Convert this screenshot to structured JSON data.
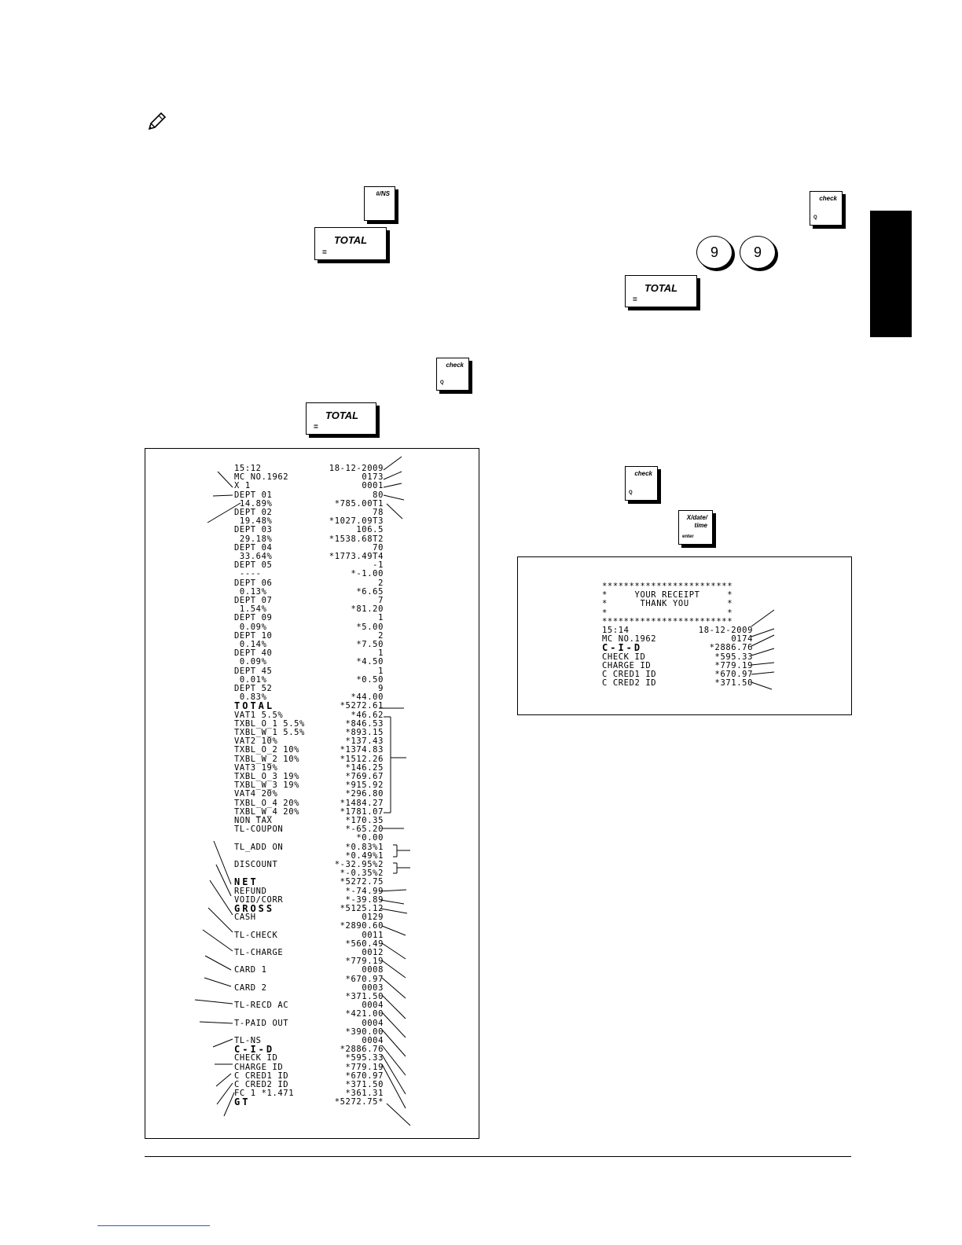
{
  "note_icon": "pencil-note-icon",
  "keys": {
    "ns_label": "#/NS",
    "total_label": "TOTAL",
    "total_sub": "=",
    "check_label": "check",
    "check_sub": "Q",
    "xdate_label": "X/date/\ntime",
    "xdate_sub": "enter",
    "nine": "9"
  },
  "receipt_main": {
    "lines": [
      {
        "l": "15:12",
        "r": "18-12-2009"
      },
      {
        "l": "MC NO.1962",
        "r": "0173"
      },
      {
        "l": "X 1",
        "r": "0001"
      },
      {
        "l": "DEPT 01",
        "r": "80"
      },
      {
        "l": " 14.89%",
        "r": "*785.00T1"
      },
      {
        "l": "DEPT 02",
        "r": "78"
      },
      {
        "l": " 19.48%",
        "r": "*1027.09T3"
      },
      {
        "l": "DEPT 03",
        "r": "106.5"
      },
      {
        "l": " 29.18%",
        "r": "*1538.68T2"
      },
      {
        "l": "DEPT 04",
        "r": "70"
      },
      {
        "l": " 33.64%",
        "r": "*1773.49T4"
      },
      {
        "l": "DEPT 05",
        "r": "-1"
      },
      {
        "l": " ----",
        "r": "*-1.00"
      },
      {
        "l": "DEPT 06",
        "r": "2"
      },
      {
        "l": " 0.13%",
        "r": "*6.65"
      },
      {
        "l": "DEPT 07",
        "r": "7"
      },
      {
        "l": " 1.54%",
        "r": "*81.20"
      },
      {
        "l": "DEPT 09",
        "r": "1"
      },
      {
        "l": " 0.09%",
        "r": "*5.00"
      },
      {
        "l": "DEPT 10",
        "r": "2"
      },
      {
        "l": " 0.14%",
        "r": "*7.50"
      },
      {
        "l": "DEPT 40",
        "r": "1"
      },
      {
        "l": " 0.09%",
        "r": "*4.50"
      },
      {
        "l": "DEPT 45",
        "r": "1"
      },
      {
        "l": " 0.01%",
        "r": "*0.50"
      },
      {
        "l": "DEPT 52",
        "r": "9"
      },
      {
        "l": " 0.83%",
        "r": "*44.00"
      },
      {
        "l": "TOTAL",
        "r": "*5272.61",
        "big": true
      },
      {
        "l": "VAT1 5.5%",
        "r": "*46.62"
      },
      {
        "l": "TXBL_O_1 5.5%",
        "r": "*846.53"
      },
      {
        "l": "TXBL_W_1 5.5%",
        "r": "*893.15"
      },
      {
        "l": "VAT2 10%",
        "r": "*137.43"
      },
      {
        "l": "TXBL_O_2 10%",
        "r": "*1374.83"
      },
      {
        "l": "TXBL_W_2 10%",
        "r": "*1512.26"
      },
      {
        "l": "VAT3 19%",
        "r": "*146.25"
      },
      {
        "l": "TXBL_O_3 19%",
        "r": "*769.67"
      },
      {
        "l": "TXBL_W_3 19%",
        "r": "*915.92"
      },
      {
        "l": "VAT4 20%",
        "r": "*296.80"
      },
      {
        "l": "TXBL_O_4 20%",
        "r": "*1484.27"
      },
      {
        "l": "TXBL_W_4 20%",
        "r": "*1781.07"
      },
      {
        "l": "NON TAX",
        "r": "*170.35"
      },
      {
        "l": "TL-COUPON",
        "r": "*-65.20"
      },
      {
        "l": "",
        "r": "*0.00"
      },
      {
        "l": "TL_ADD ON",
        "r": "*0.83%1"
      },
      {
        "l": "",
        "r": "*0.49%1"
      },
      {
        "l": "DISCOUNT",
        "r": "*-32.95%2"
      },
      {
        "l": "",
        "r": "*-0.35%2"
      },
      {
        "l": "NET",
        "r": "*5272.75",
        "big": true
      },
      {
        "l": "REFUND",
        "r": "*-74.99"
      },
      {
        "l": "VOID/CORR",
        "r": "*-39.89"
      },
      {
        "l": "GROSS",
        "r": "*5125.12",
        "big": true
      },
      {
        "l": "CASH",
        "r": "0129"
      },
      {
        "l": "",
        "r": "*2890.60"
      },
      {
        "l": "TL-CHECK",
        "r": "0011"
      },
      {
        "l": "",
        "r": "*560.49"
      },
      {
        "l": "TL-CHARGE",
        "r": "0012"
      },
      {
        "l": "",
        "r": "*779.19"
      },
      {
        "l": "CARD 1",
        "r": "0008"
      },
      {
        "l": "",
        "r": "*670.97"
      },
      {
        "l": "CARD 2",
        "r": "0003"
      },
      {
        "l": "",
        "r": "*371.50"
      },
      {
        "l": "TL-RECD AC",
        "r": "0004"
      },
      {
        "l": "",
        "r": "*421.00"
      },
      {
        "l": "T-PAID OUT",
        "r": "0004"
      },
      {
        "l": "",
        "r": "*390.00"
      },
      {
        "l": "TL-NS",
        "r": "0004"
      },
      {
        "l": "C-I-D",
        "r": "*2886.76",
        "big": true
      },
      {
        "l": "CHECK ID",
        "r": "*595.33"
      },
      {
        "l": "CHARGE ID",
        "r": "*779.19"
      },
      {
        "l": "C CRED1 ID",
        "r": "*670.97"
      },
      {
        "l": "C CRED2 ID",
        "r": "*371.50"
      },
      {
        "l": "FC 1 *1.471",
        "r": "*361.31"
      },
      {
        "l": "GT",
        "r": "*5272.75*",
        "big": true
      }
    ]
  },
  "receipt_small": {
    "lines": [
      {
        "l": "************************",
        "r": ""
      },
      {
        "l": "*     YOUR RECEIPT     *",
        "r": ""
      },
      {
        "l": "*      THANK YOU       *",
        "r": ""
      },
      {
        "l": "*                      *",
        "r": ""
      },
      {
        "l": "************************",
        "r": ""
      },
      {
        "l": "15:14",
        "r": "18-12-2009"
      },
      {
        "l": "MC NO.1962",
        "r": "0174"
      },
      {
        "l": "C-I-D",
        "r": "*2886.76",
        "big": true
      },
      {
        "l": "CHECK ID",
        "r": "*595.33"
      },
      {
        "l": "CHARGE ID",
        "r": "*779.19"
      },
      {
        "l": "C CRED1 ID",
        "r": "*670.97"
      },
      {
        "l": "C CRED2 ID",
        "r": "*371.50"
      }
    ]
  }
}
